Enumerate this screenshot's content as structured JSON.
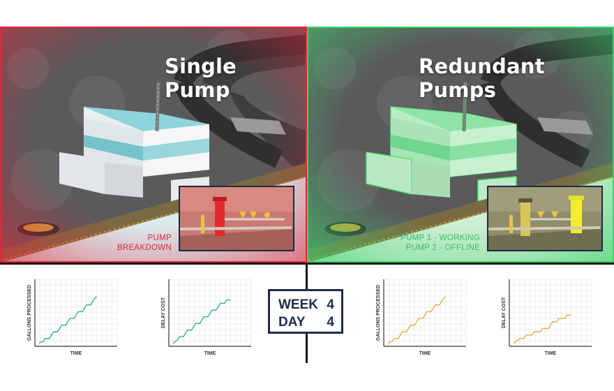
{
  "left_panel": {
    "title": "Single Pump",
    "status_line1": "PUMP",
    "status_line2": "BREAKDOWN",
    "tint_color": "#e0283a"
  },
  "right_panel": {
    "title": "Redundant Pumps",
    "status_line1": "PUMP 1 - WORKING",
    "status_line2": "PUMP 2 - OFFLINE",
    "tint_color": "#3cd26a"
  },
  "counter": {
    "week_label": "WEEK",
    "week_value": "4",
    "day_label": "DAY",
    "day_value": "4"
  },
  "chart_data": [
    {
      "type": "line",
      "xlabel": "TIME",
      "ylabel": "GALLONS PROCESSED",
      "color": "#2aa6a0",
      "x": [
        0,
        1,
        2,
        3,
        4,
        5,
        6,
        7,
        8,
        9,
        10,
        11,
        12,
        13,
        14,
        15,
        16,
        17,
        18,
        19,
        20,
        21,
        22,
        23,
        24,
        25,
        26,
        27,
        28
      ],
      "values": [
        0,
        1,
        1,
        3,
        3,
        3,
        5,
        7,
        7,
        7,
        9,
        11,
        11,
        11,
        13,
        15,
        15,
        15,
        17,
        19,
        19,
        19,
        21,
        23,
        23,
        23,
        25,
        27,
        28
      ]
    },
    {
      "type": "line",
      "xlabel": "TIME",
      "ylabel": "DELAY COST",
      "color": "#2aa6a0",
      "x": [
        0,
        1,
        2,
        3,
        4,
        5,
        6,
        7,
        8,
        9,
        10,
        11,
        12,
        13,
        14,
        15,
        16,
        17,
        18,
        19,
        20,
        21,
        22,
        23,
        24,
        25,
        26,
        27,
        28
      ],
      "values": [
        0,
        1,
        2,
        4,
        4,
        4,
        6,
        8,
        8,
        8,
        10,
        12,
        12,
        12,
        14,
        16,
        16,
        16,
        18,
        20,
        20,
        20,
        22,
        24,
        24,
        24,
        26,
        26,
        26
      ]
    },
    {
      "type": "line",
      "xlabel": "TIME",
      "ylabel": "GALLONS PROCESSED",
      "color": "#e3a93a",
      "x": [
        0,
        1,
        2,
        3,
        4,
        5,
        6,
        7,
        8,
        9,
        10,
        11,
        12,
        13,
        14,
        15,
        16,
        17,
        18,
        19,
        20,
        21,
        22,
        23,
        24,
        25,
        26,
        27,
        28
      ],
      "values": [
        0,
        1,
        1,
        3,
        3,
        3,
        5,
        7,
        7,
        7,
        9,
        11,
        11,
        11,
        13,
        15,
        15,
        15,
        17,
        19,
        19,
        19,
        21,
        23,
        23,
        23,
        25,
        27,
        28
      ]
    },
    {
      "type": "line",
      "xlabel": "TIME",
      "ylabel": "DELAY COST",
      "color": "#e3a93a",
      "x": [
        0,
        1,
        2,
        3,
        4,
        5,
        6,
        7,
        8,
        9,
        10,
        11,
        12,
        13,
        14,
        15,
        16,
        17,
        18,
        19,
        20,
        21,
        22,
        23,
        24,
        25,
        26,
        27,
        28
      ],
      "values": [
        0,
        1,
        2,
        3,
        3,
        3,
        5,
        5,
        5,
        5,
        7,
        7,
        7,
        7,
        9,
        9,
        9,
        9,
        11,
        13,
        13,
        13,
        15,
        15,
        15,
        15,
        17,
        17,
        17
      ]
    }
  ]
}
